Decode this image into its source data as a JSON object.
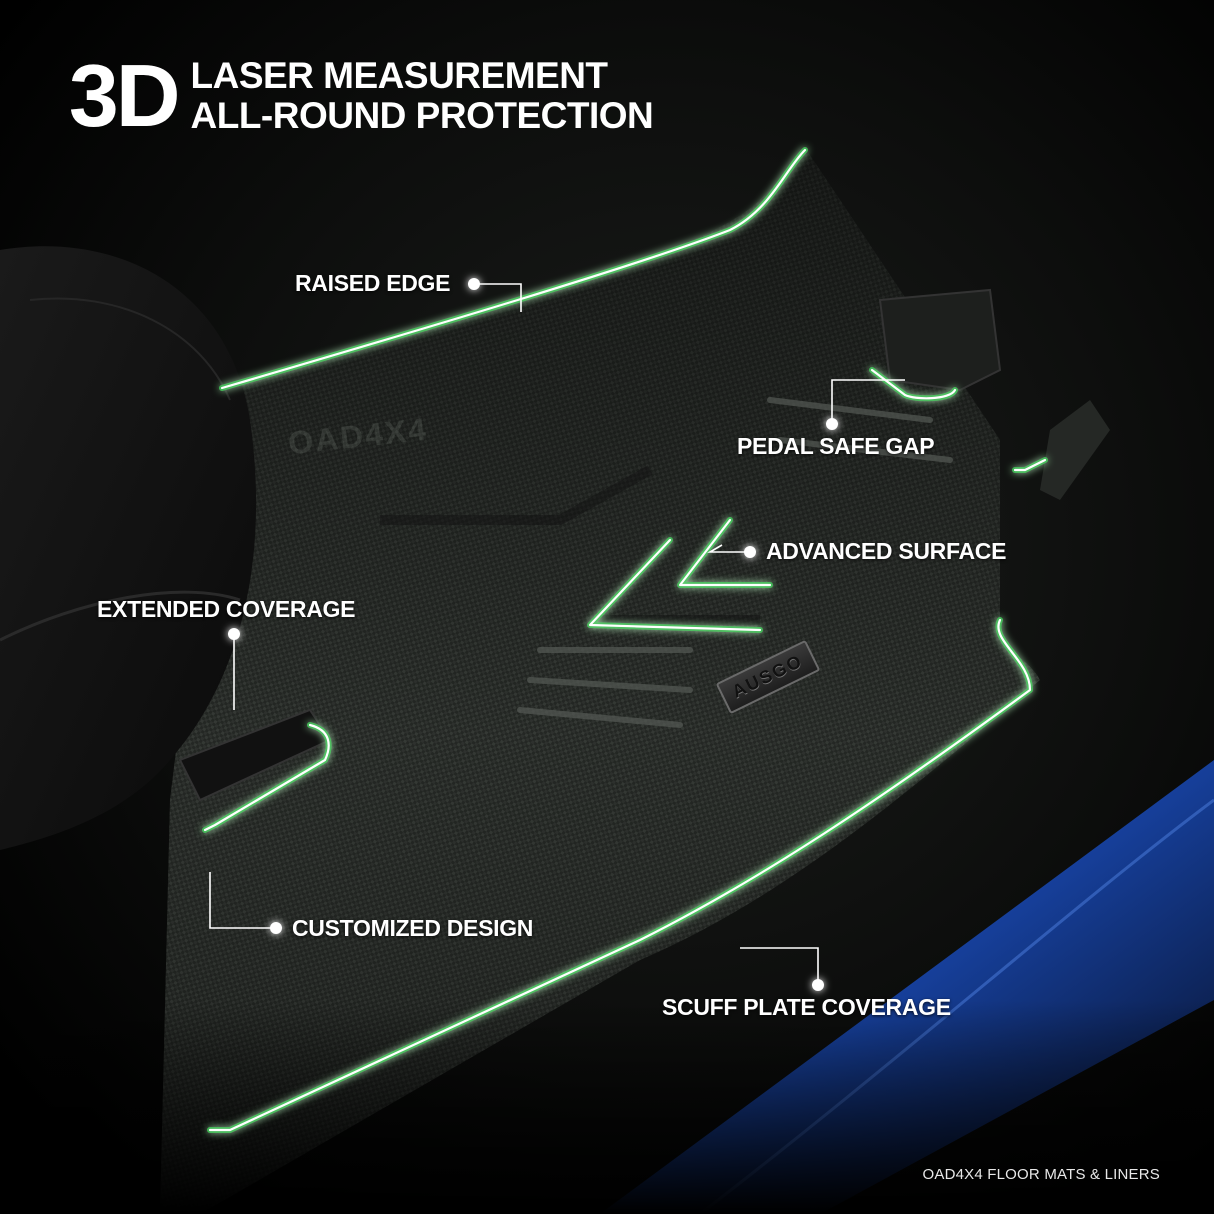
{
  "headline": {
    "big": "3D",
    "line1": "LASER MEASUREMENT",
    "line2": "ALL-ROUND PROTECTION"
  },
  "callouts": [
    {
      "id": "raised-edge",
      "label": "RAISED EDGE"
    },
    {
      "id": "pedal-safe-gap",
      "label": "PEDAL SAFE GAP"
    },
    {
      "id": "advanced-surface",
      "label": "ADVANCED SURFACE"
    },
    {
      "id": "extended-coverage",
      "label": "EXTENDED COVERAGE"
    },
    {
      "id": "customized-design",
      "label": "CUSTOMIZED DESIGN"
    },
    {
      "id": "scuff-plate-coverage",
      "label": "SCUFF PLATE COVERAGE"
    }
  ],
  "product": {
    "watermark": "OAD4X4",
    "logo_plate": "AUSGO"
  },
  "footer": {
    "text": "OAD4X4 FLOOR MATS & LINERS"
  },
  "colors": {
    "background": "#000000",
    "glow_line": "#3fcf5a",
    "line_core": "#ffffff",
    "mat": "#2b2f2b",
    "sill_blue": "#1f4fb0"
  }
}
